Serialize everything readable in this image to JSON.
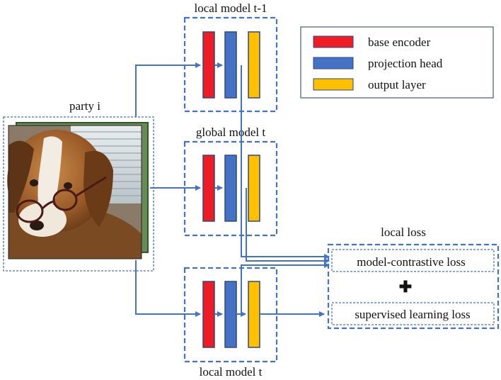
{
  "party": {
    "label": "party i"
  },
  "models": {
    "local_prev": {
      "label": "local model t-1"
    },
    "global": {
      "label": "global model t"
    },
    "local_curr": {
      "label": "local model t"
    }
  },
  "legend": {
    "items": [
      {
        "label": "base encoder",
        "color": "#ee1c25"
      },
      {
        "label": "projection head",
        "color": "#4472c4"
      },
      {
        "label": "output layer",
        "color": "#ffc000"
      }
    ]
  },
  "loss": {
    "title": "local loss",
    "contrastive": "model-contrastive loss",
    "plus_symbol": "✚",
    "supervised": "supervised learning loss"
  },
  "colors": {
    "arrow": "#4472c4",
    "dash_border": "#4472c4",
    "bar_outline": "#2f4a7a"
  },
  "icons": {
    "input_image": "dog-with-glasses-photo"
  }
}
